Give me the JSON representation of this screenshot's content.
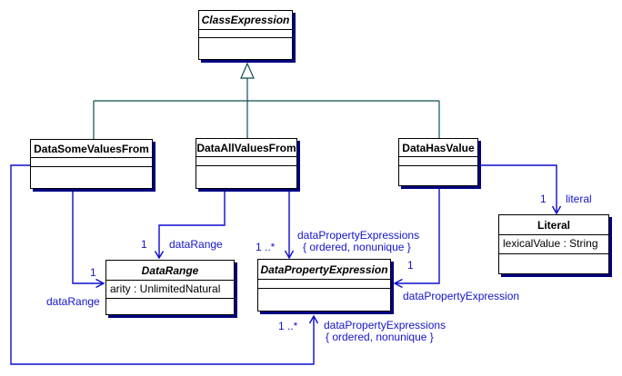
{
  "diagram": {
    "type": "uml-class-diagram",
    "colors": {
      "association_line": "#0b0bcd",
      "association_label": "#1414cc",
      "generalization_line": "#0d4f4f",
      "box_shadow": "#000080",
      "box_border": "#000000",
      "box_fill": "#ffffff",
      "background": "#ffffff"
    },
    "classes": [
      {
        "name": "ClassExpression",
        "abstract": true,
        "attributes": []
      },
      {
        "name": "DataSomeValuesFrom",
        "abstract": false,
        "attributes": []
      },
      {
        "name": "DataAllValuesFrom",
        "abstract": false,
        "attributes": []
      },
      {
        "name": "DataHasValue",
        "abstract": false,
        "attributes": []
      },
      {
        "name": "DataRange",
        "abstract": true,
        "attributes": [
          "arity : UnlimitedNatural"
        ]
      },
      {
        "name": "DataPropertyExpression",
        "abstract": true,
        "attributes": []
      },
      {
        "name": "Literal",
        "abstract": false,
        "attributes": [
          "lexicalValue : String"
        ]
      }
    ],
    "generalizations": [
      {
        "parent": "ClassExpression",
        "children": [
          "DataSomeValuesFrom",
          "DataAllValuesFrom",
          "DataHasValue"
        ]
      }
    ],
    "associations": [
      {
        "from": "DataAllValuesFrom",
        "to": "DataRange",
        "multiplicity": "1",
        "role": "dataRange"
      },
      {
        "from": "DataSomeValuesFrom",
        "to": "DataRange",
        "multiplicity": "1",
        "role": "dataRange"
      },
      {
        "from": "DataAllValuesFrom",
        "to": "DataPropertyExpression",
        "multiplicity": "1 ..*",
        "role": "dataPropertyExpressions",
        "constraint": "{ ordered, nonunique }"
      },
      {
        "from": "DataHasValue",
        "to": "DataPropertyExpression",
        "multiplicity": "1",
        "role": "dataPropertyExpression"
      },
      {
        "from": "DataSomeValuesFrom",
        "to": "DataPropertyExpression",
        "multiplicity": "1 ..*",
        "role": "dataPropertyExpressions",
        "constraint": "{ ordered, nonunique }"
      },
      {
        "from": "DataHasValue",
        "to": "Literal",
        "multiplicity": "1",
        "role": "literal"
      }
    ]
  }
}
